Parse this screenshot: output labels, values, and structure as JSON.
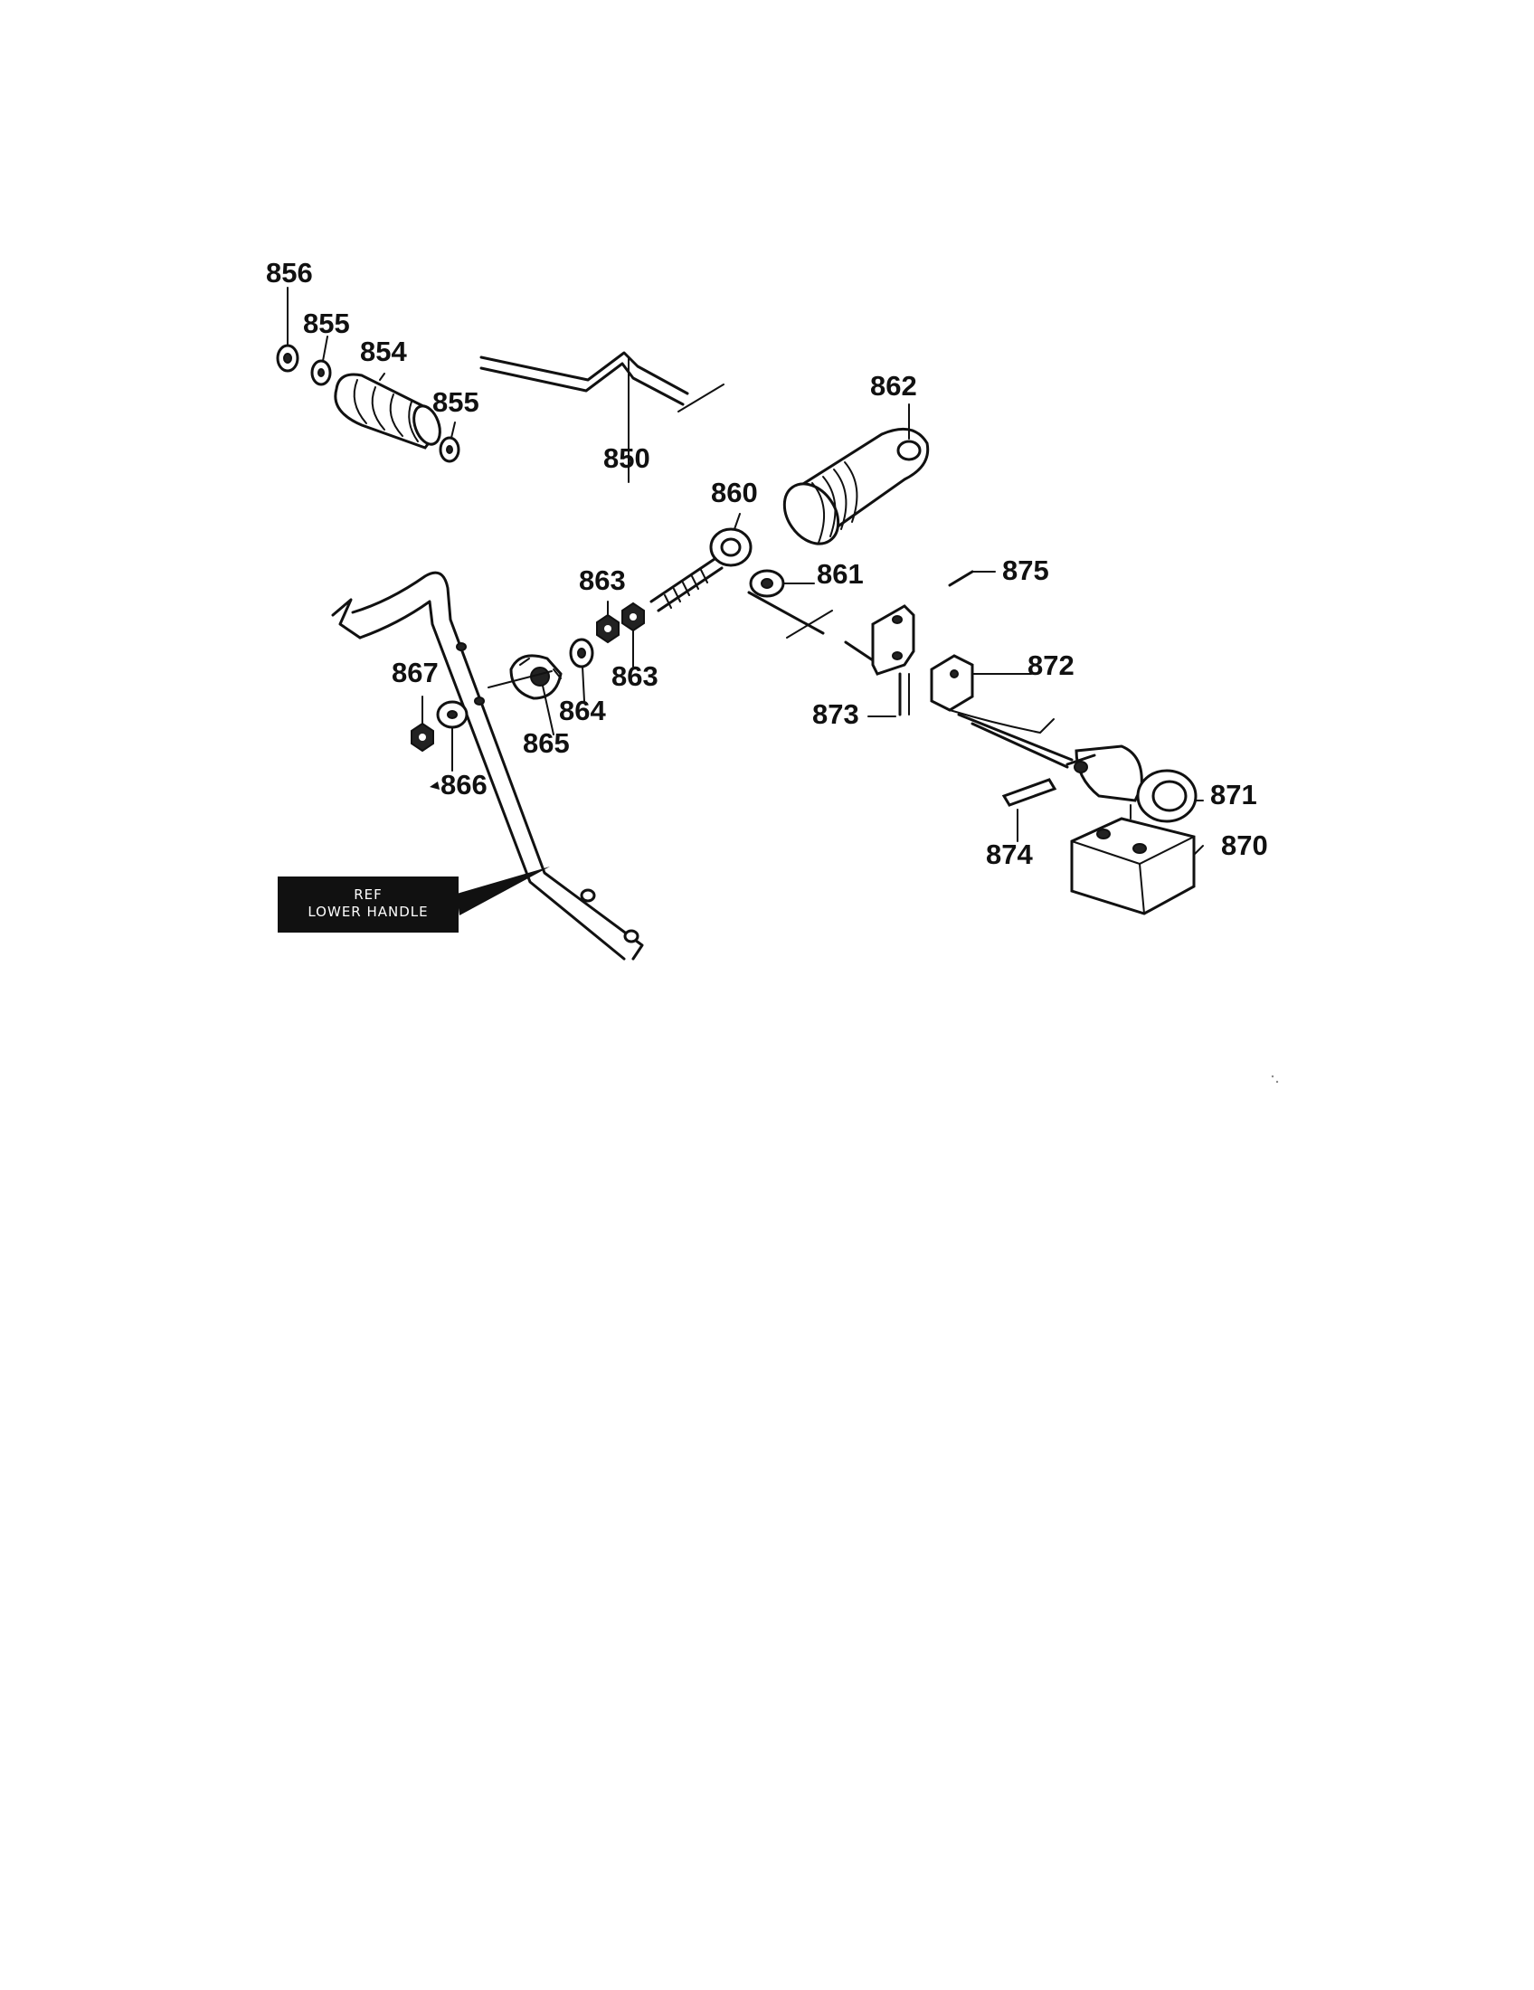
{
  "diagram": {
    "parts": [
      {
        "id": "856",
        "label": "856"
      },
      {
        "id": "855a",
        "label": "855"
      },
      {
        "id": "854",
        "label": "854"
      },
      {
        "id": "855b",
        "label": "855"
      },
      {
        "id": "850",
        "label": "850"
      },
      {
        "id": "862",
        "label": "862"
      },
      {
        "id": "860",
        "label": "860"
      },
      {
        "id": "861",
        "label": "861"
      },
      {
        "id": "863a",
        "label": "863"
      },
      {
        "id": "863b",
        "label": "863"
      },
      {
        "id": "875",
        "label": "875"
      },
      {
        "id": "872",
        "label": "872"
      },
      {
        "id": "867",
        "label": "867"
      },
      {
        "id": "864",
        "label": "864"
      },
      {
        "id": "865",
        "label": "865"
      },
      {
        "id": "873",
        "label": "873"
      },
      {
        "id": "866",
        "label": "866"
      },
      {
        "id": "871",
        "label": "871"
      },
      {
        "id": "874",
        "label": "874"
      },
      {
        "id": "870",
        "label": "870"
      }
    ],
    "ref_box": {
      "line1": "REF",
      "line2": "LOWER HANDLE"
    }
  }
}
